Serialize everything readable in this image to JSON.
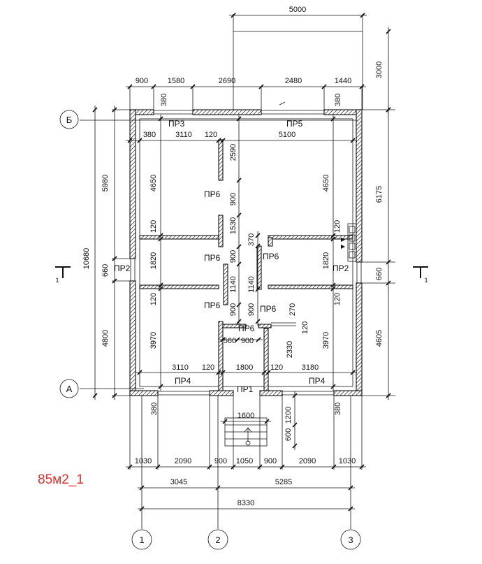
{
  "title": "85м2_1",
  "axes": {
    "vertical": [
      "1",
      "2",
      "3"
    ],
    "horizontal": [
      "Б",
      "А"
    ],
    "section": [
      "1",
      "1"
    ]
  },
  "lintels": {
    "pr1": "ПР1",
    "pr2": "ПР2",
    "pr3": "ПР3",
    "pr4": "ПР4",
    "pr5": "ПР5",
    "pr6": "ПР6"
  },
  "top_dims": {
    "porch": "5000",
    "chain": [
      "900",
      "1580",
      "2690",
      "2480",
      "1440"
    ],
    "offset": "380"
  },
  "right_dims": {
    "porch": "3000",
    "chain": [
      "6175",
      "660",
      "4605"
    ]
  },
  "left_dims": {
    "total": "10680",
    "chain": [
      "5980",
      "660",
      "4800"
    ]
  },
  "interior": {
    "top_row": [
      "380",
      "3110",
      "120",
      "5100"
    ],
    "corr_vert": [
      "2590",
      "900",
      "1530",
      "370",
      "900",
      "1140",
      "1140",
      "900",
      "900",
      "270",
      "120",
      "2330"
    ],
    "left_col": [
      "4650",
      "120",
      "1820",
      "120",
      "3970"
    ],
    "right_col": [
      "4650",
      "120",
      "1820",
      "120",
      "3970"
    ],
    "door_row": [
      "560",
      "900"
    ],
    "bottom_row": [
      "3110",
      "120",
      "1800",
      "120",
      "3180"
    ]
  },
  "porch": {
    "width": "1600",
    "depth": [
      "1200",
      "600"
    ]
  },
  "bottom_dims": {
    "offsets": [
      "380",
      "380"
    ],
    "chain": [
      "1030",
      "2090",
      "900",
      "1050",
      "900",
      "2090",
      "1030"
    ],
    "axes_chain": [
      "3045",
      "5285"
    ],
    "total": "8330"
  }
}
